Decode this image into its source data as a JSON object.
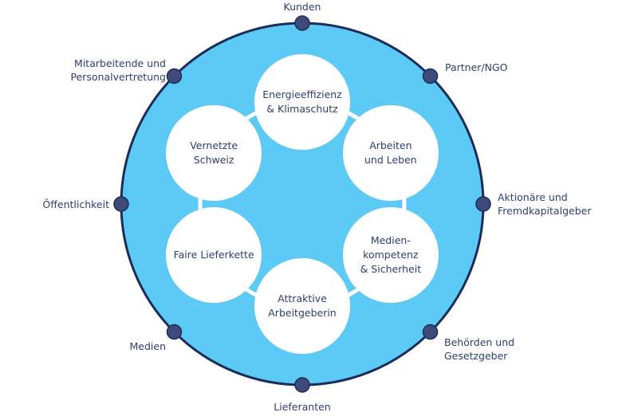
{
  "colors": {
    "outer_ring_fill": "#5ccaf5",
    "outer_ring_stroke": "#1c2d5a",
    "inner_ring": "#ffffff",
    "node": "#3d4a7a",
    "text": "#2e3f6e"
  },
  "topics": [
    {
      "label": "Energieeffizienz\n& Klimaschutz"
    },
    {
      "label": "Arbeiten\nund Leben"
    },
    {
      "label": "Medien-\nkompetenz\n& Sicherheit"
    },
    {
      "label": "Attraktive\nArbeitgeberin"
    },
    {
      "label": "Faire Lieferkette"
    },
    {
      "label": "Vernetzte\nSchweiz"
    }
  ],
  "stakeholders": [
    {
      "label": "Kunden"
    },
    {
      "label": "Partner/NGO"
    },
    {
      "label": "Aktionäre und\nFremdkapitalgeber"
    },
    {
      "label": "Behörden und\nGesetzgeber"
    },
    {
      "label": "Lieferanten"
    },
    {
      "label": "Medien"
    },
    {
      "label": "Öffentlichkeit"
    },
    {
      "label": "Mitarbeitende und\nPersonalvertretung"
    }
  ]
}
